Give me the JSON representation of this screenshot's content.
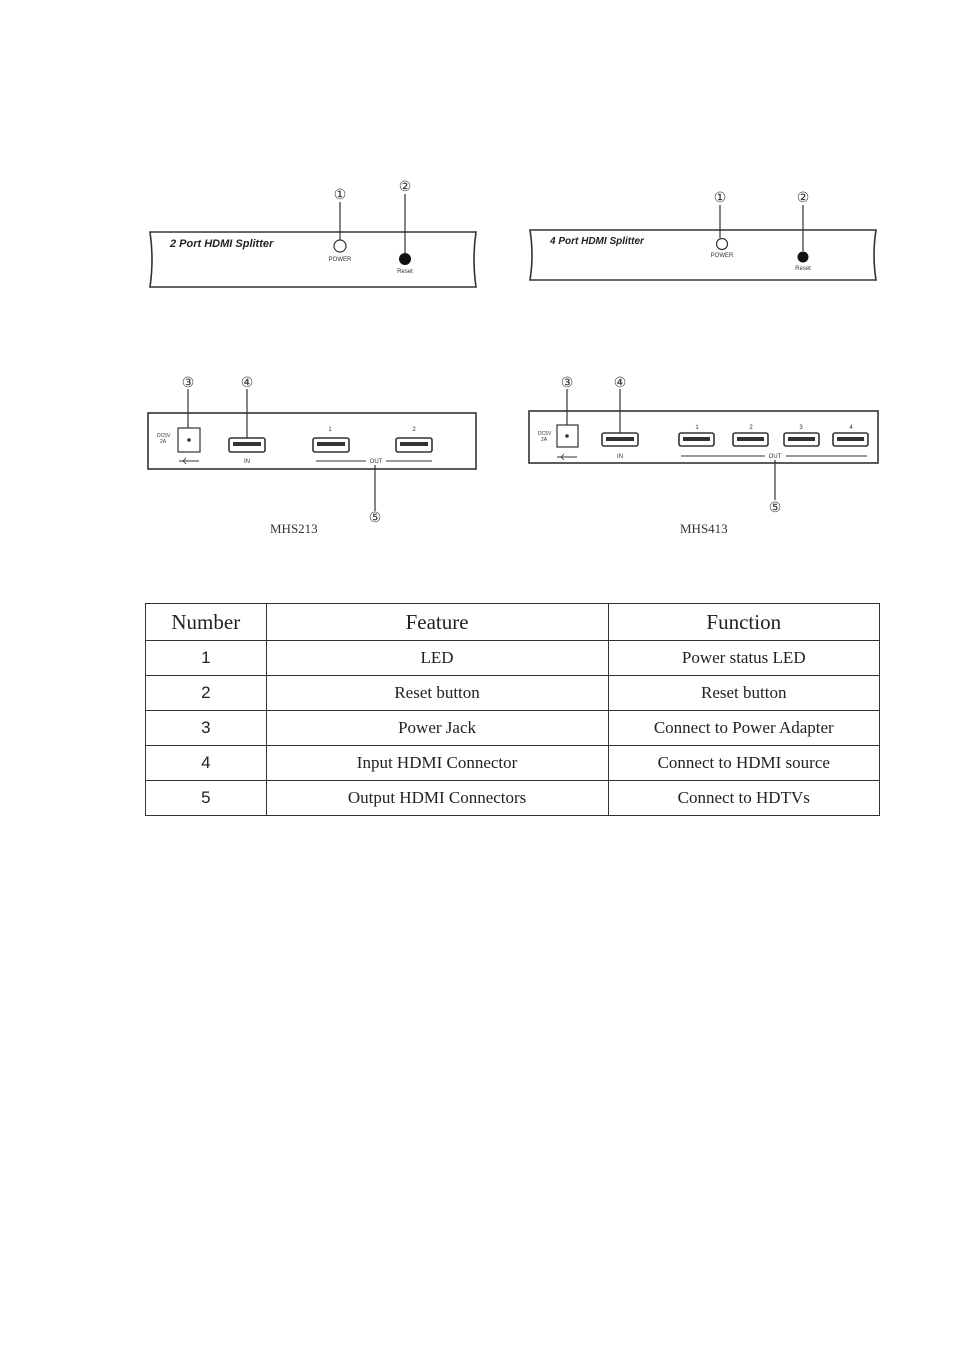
{
  "front_panels": {
    "left": {
      "title": "2 Port HDMI Splitter",
      "power_label": "POWER",
      "reset_label": "Reset",
      "callouts": [
        "①",
        "②"
      ]
    },
    "right": {
      "title": "4 Port HDMI Splitter",
      "power_label": "POWER",
      "reset_label": "Reset",
      "callouts": [
        "①",
        "②"
      ]
    }
  },
  "rear_panels": {
    "left": {
      "model": "MHS213",
      "dc_label_1": "DC5V",
      "dc_label_2": "2A",
      "in_label": "IN",
      "out_label": "OUT",
      "port_numbers": [
        "1",
        "2"
      ],
      "callouts": [
        "③",
        "④",
        "⑤"
      ]
    },
    "right": {
      "model": "MHS413",
      "dc_label_1": "DC5V",
      "dc_label_2": "2A",
      "in_label": "IN",
      "out_label": "OUT",
      "port_numbers": [
        "1",
        "2",
        "3",
        "4"
      ],
      "callouts": [
        "③",
        "④",
        "⑤"
      ]
    }
  },
  "table": {
    "headers": [
      "Number",
      "Feature",
      "Function"
    ],
    "rows": [
      {
        "number": "1",
        "feature": "LED",
        "function": "Power status LED"
      },
      {
        "number": "2",
        "feature": "Reset button",
        "function": "Reset button"
      },
      {
        "number": "3",
        "feature": "Power Jack",
        "function": "Connect to Power Adapter"
      },
      {
        "number": "4",
        "feature": "Input HDMI Connector",
        "function": "Connect to HDMI source"
      },
      {
        "number": "5",
        "feature": "Output HDMI Connectors",
        "function": "Connect to HDTVs"
      }
    ]
  }
}
